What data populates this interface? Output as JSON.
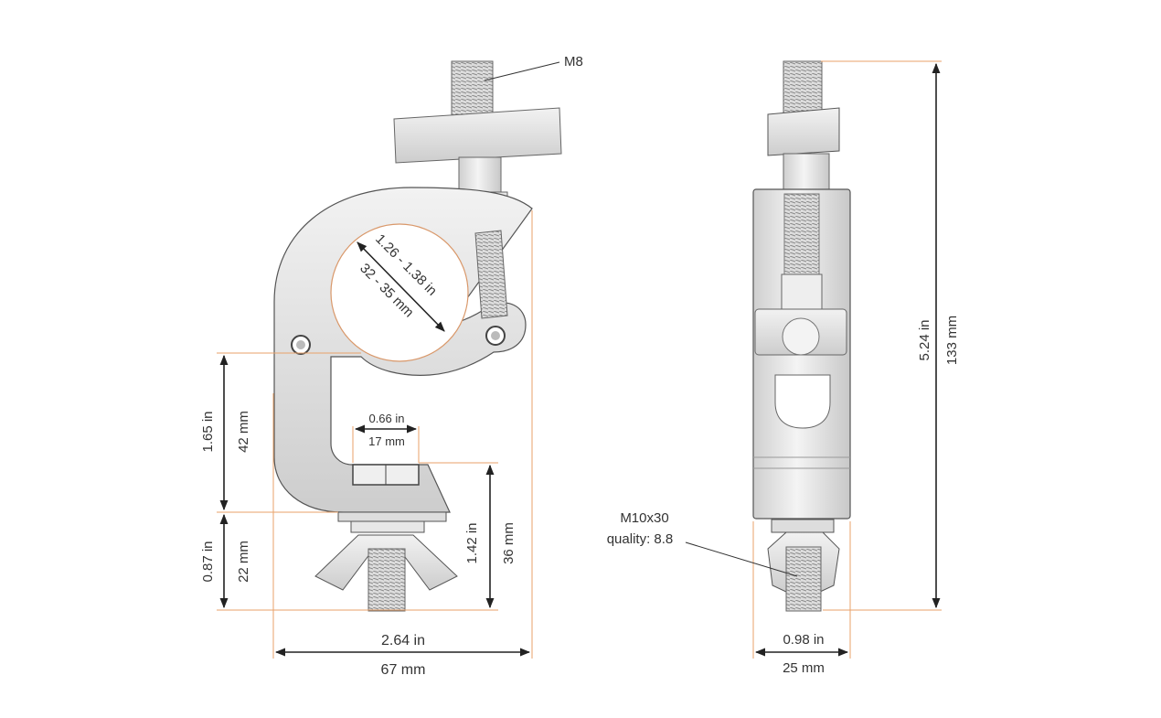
{
  "labels": {
    "thread_top": "M8",
    "bolt_spec_line1": "M10x30",
    "bolt_spec_line2": "quality: 8.8"
  },
  "dimensions": {
    "tube_range_in": "1.26 - 1.38 in",
    "tube_range_mm": "32 - 35 mm",
    "jaw_opening_in": "0.66 in",
    "jaw_opening_mm": "17 mm",
    "upper_height_in": "1.65 in",
    "upper_height_mm": "42 mm",
    "lower_height_in": "0.87 in",
    "lower_height_mm": "22 mm",
    "bolt_height_in": "1.42 in",
    "bolt_height_mm": "36 mm",
    "width_in": "2.64 in",
    "width_mm": "67 mm",
    "side_width_in": "0.98 in",
    "side_width_mm": "25 mm",
    "total_height_in": "5.24 in",
    "total_height_mm": "133 mm"
  },
  "colors": {
    "dimension_line": "#222222",
    "extension_line": "#e8a26a",
    "part_fill": "#e6e6e6",
    "part_stroke": "#555555"
  }
}
